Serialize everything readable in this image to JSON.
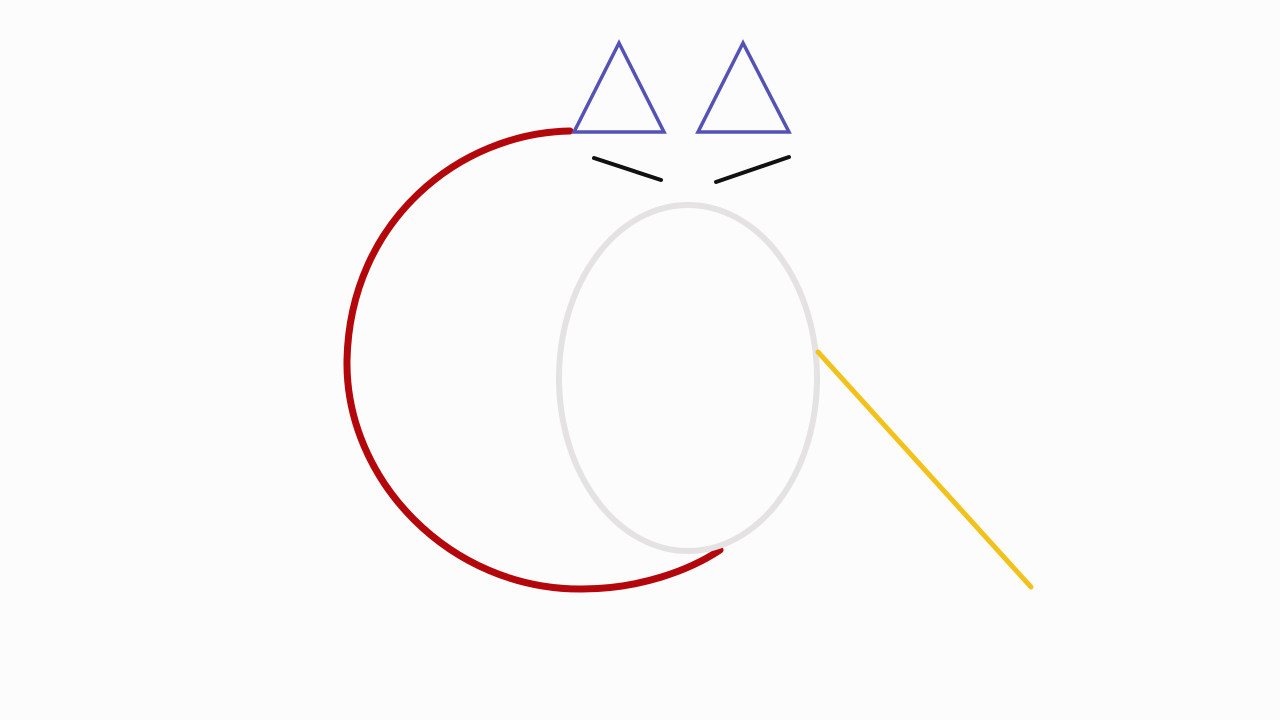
{
  "scene": {
    "background_color": "#fcfcfc",
    "shapes": [
      {
        "id": "ear-left",
        "kind": "triangle",
        "color": "#5552b5"
      },
      {
        "id": "ear-right",
        "kind": "triangle",
        "color": "#5552b5"
      },
      {
        "id": "brow-left",
        "kind": "line",
        "color": "#111111"
      },
      {
        "id": "brow-right",
        "kind": "line",
        "color": "#111111"
      },
      {
        "id": "head-arc",
        "kind": "arc",
        "color": "#b3070c"
      },
      {
        "id": "face-ellipse",
        "kind": "ellipse",
        "color": "#e5e2e3"
      },
      {
        "id": "tail-line",
        "kind": "line",
        "color": "#f2c21b"
      }
    ]
  }
}
